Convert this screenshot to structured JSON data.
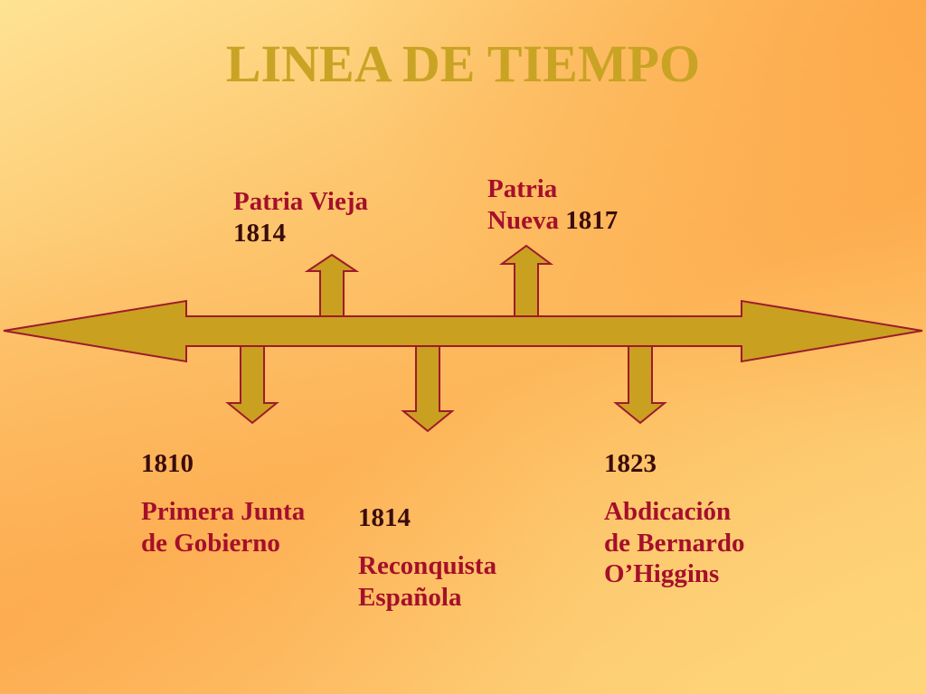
{
  "slide": {
    "title": "LINEA DE TIEMPO"
  },
  "events_above": [
    {
      "line1": "Patria Vieja",
      "line2": "1814"
    },
    {
      "line1": "Patria",
      "line2_name": "Nueva",
      "line2_year": "1817"
    }
  ],
  "events_below": [
    {
      "year": "1810",
      "line1": "Primera Junta",
      "line2": "de Gobierno"
    },
    {
      "year": "1814",
      "line1": "Reconquista",
      "line2": "Española"
    },
    {
      "year": "1823",
      "line1": "Abdicación",
      "line2": "de Bernardo",
      "line3": "O’Higgins"
    }
  ],
  "colors": {
    "arrow_fill": "#c9a020",
    "arrow_stroke": "#9e1a2c",
    "title": "#c9a324",
    "event_name": "#a50f2b",
    "event_year": "#3a0c0c"
  }
}
